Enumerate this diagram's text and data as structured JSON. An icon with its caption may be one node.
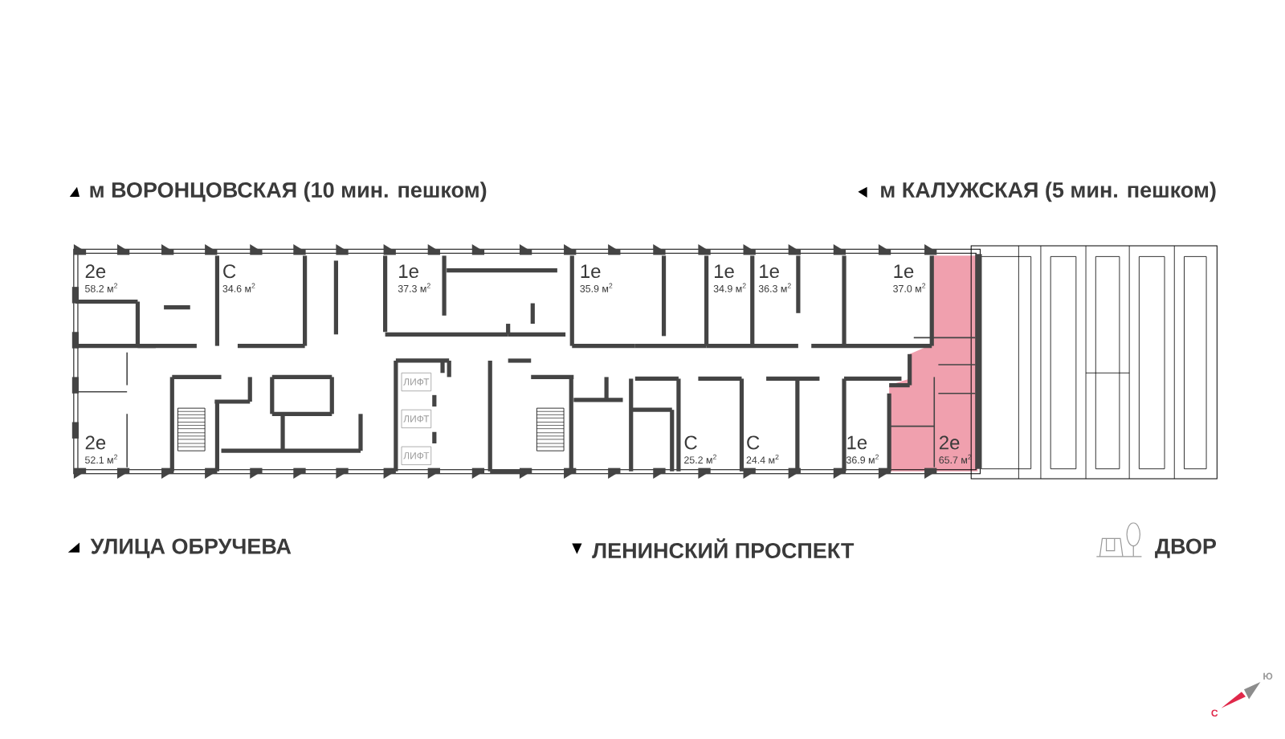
{
  "diagram": {
    "nodes": [
      {
        "text": [
          "ЛИФТ"
        ]
      },
      {
        "text": [
          "ЛИФТ"
        ]
      },
      {
        "text": [
          "ЛИФТ"
        ]
      }
    ],
    "labels": [
      "м ВОРОНЦОВСКАЯ (10 мин. пешком)",
      "м КАЛУЖСКАЯ (5 мин. пешком)",
      "2е",
      "58.2 м$^{2}$",
      "С",
      "34.6 м$^{2}$",
      "1е",
      "37.3 м$^{2}$",
      "1е",
      "35.9 м$^{2}$",
      "1е",
      "34.9 м$^{2}$",
      "1е",
      "36.3 м$^{2}$",
      "1е",
      "37.0 м$^{2}$",
      "2е",
      "52.1 м$^{2}$",
      "С",
      "25.2 м$^{2}$",
      "С",
      "24.4 м$^{2}$",
      "1е",
      "36.9 м$^{2}$",
      "2е",
      "65.7 м$^{2}$",
      "УЛИЦА ОБРУЧЕВА",
      "ЛЕНИНСКИЙ ПРОСПЕКТ",
      "ДВОР",
      "Ю",
      "С"
    ]
  }
}
